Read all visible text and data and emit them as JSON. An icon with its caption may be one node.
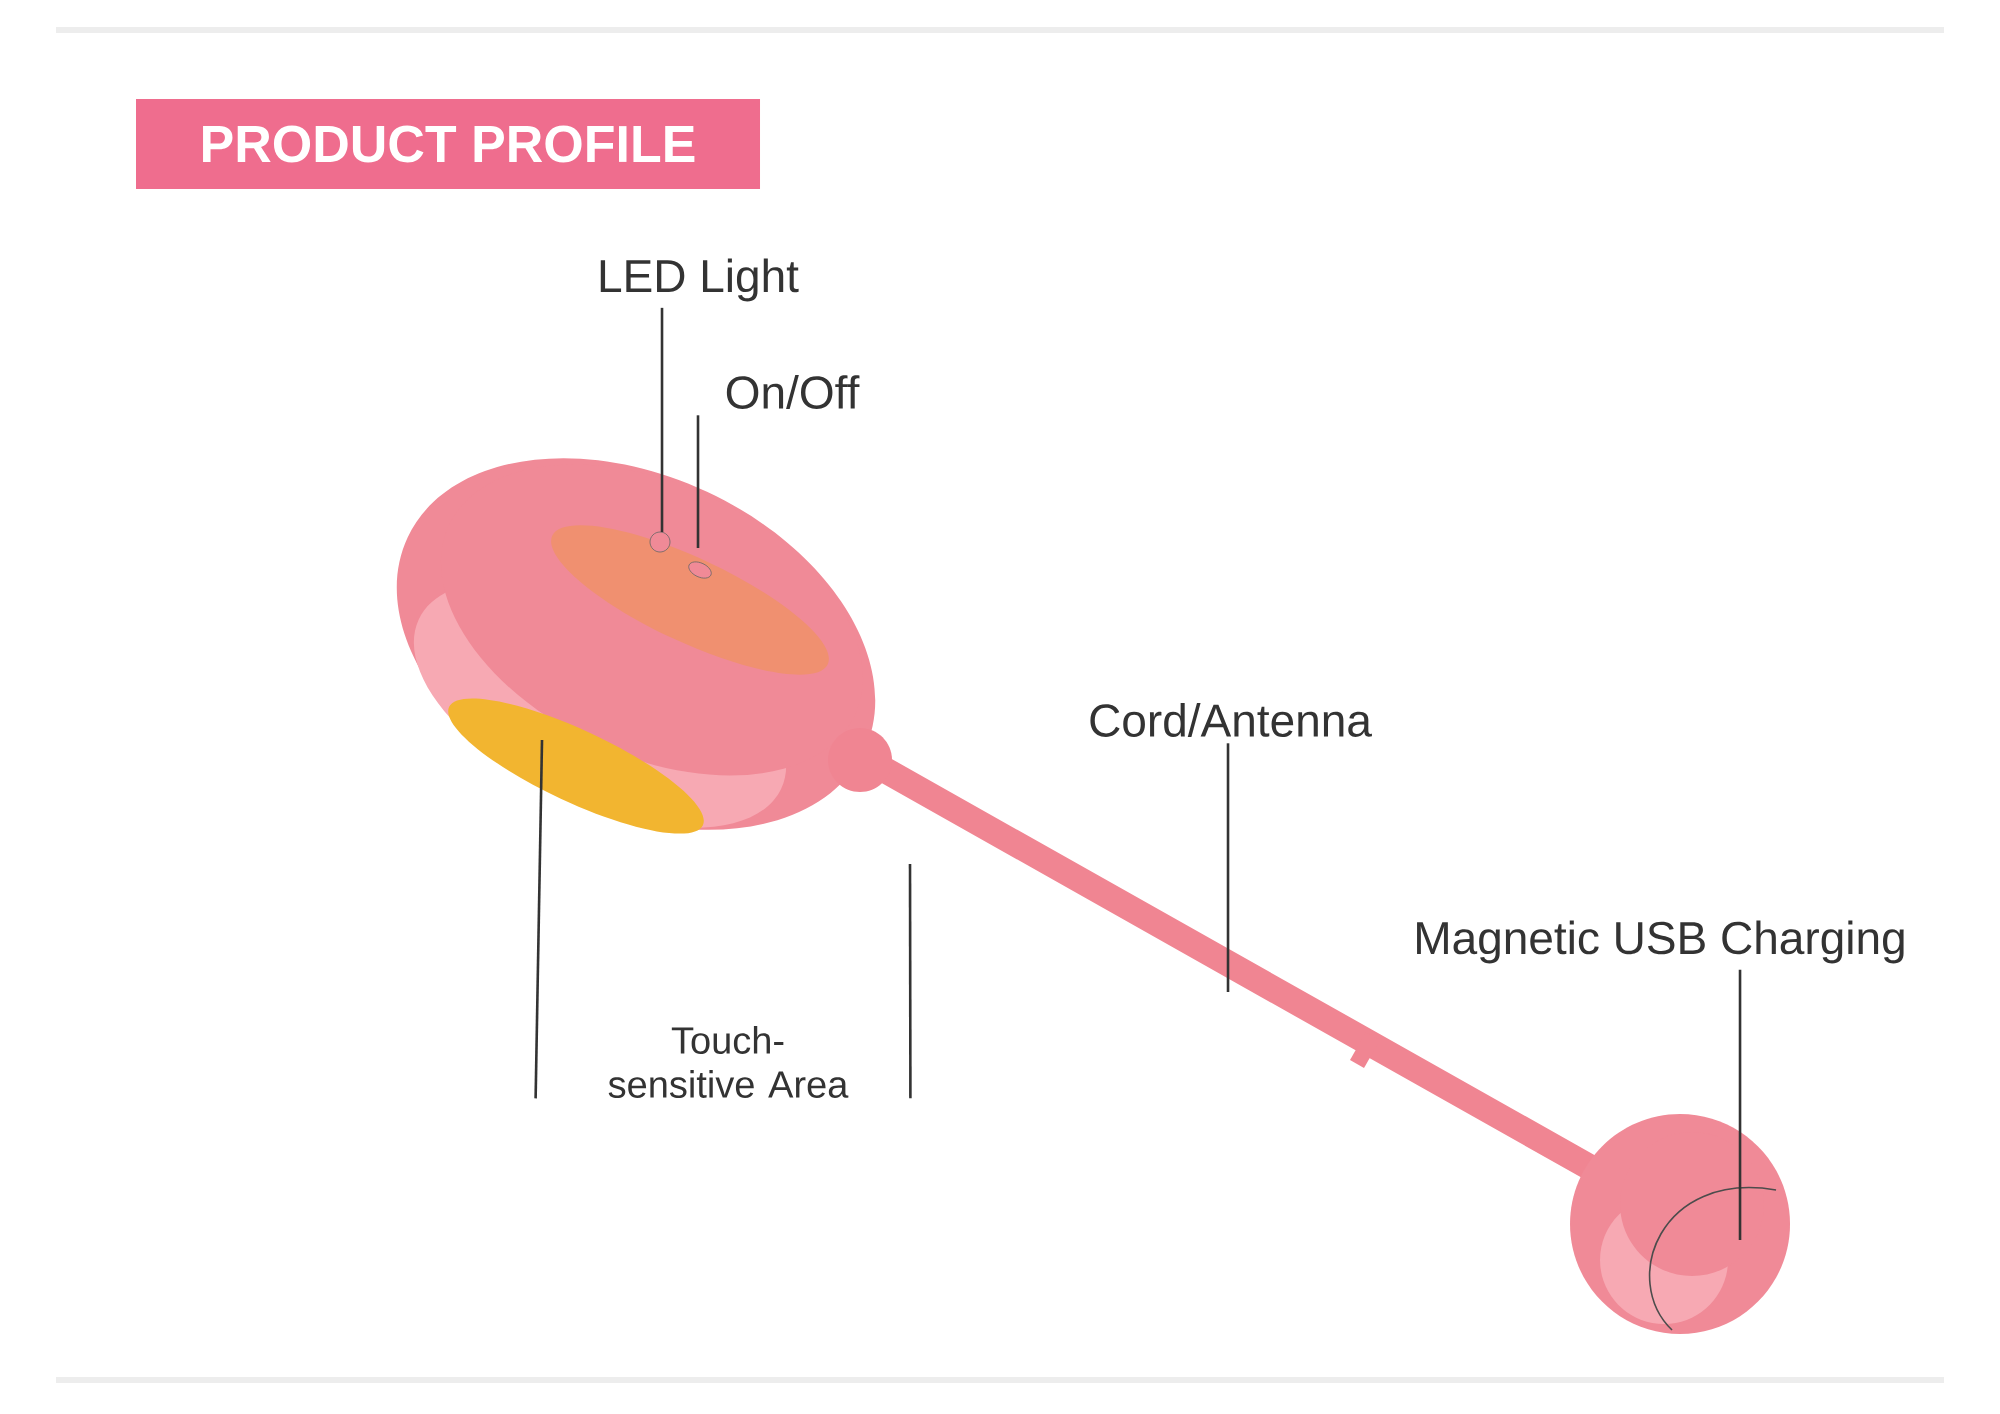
{
  "diagram": {
    "title": "PRODUCT PROFILE",
    "nodes": [
      {
        "text": [
          "LED Light"
        ]
      },
      {
        "text": [
          "On/Off"
        ]
      },
      {
        "text": [
          "Cord/Antenna"
        ]
      },
      {
        "text": [
          "Magnetic USB Charging"
        ]
      },
      {
        "text": [
          "Touch-sensitive Area"
        ]
      }
    ],
    "edges": [
      {
        "from": 0,
        "to": null,
        "arrow": "none"
      },
      {
        "from": 1,
        "to": null,
        "arrow": "none"
      },
      {
        "from": 2,
        "to": null,
        "arrow": "none"
      },
      {
        "from": 3,
        "to": null,
        "arrow": "none"
      },
      {
        "from": 4,
        "to": null,
        "arrow": "none"
      },
      {
        "from": 4,
        "to": null,
        "arrow": "none"
      }
    ]
  }
}
